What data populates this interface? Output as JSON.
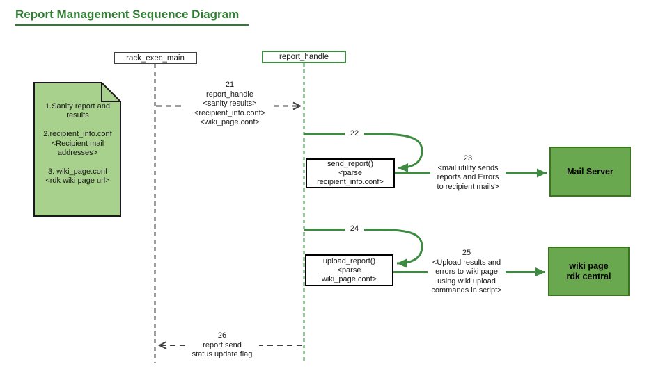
{
  "title": "Report Management Sequence Diagram",
  "lifelines": {
    "rack": "rack_exec_main",
    "report": "report_handle"
  },
  "note": "1.Sanity report and\nresults\n\n2.recipient_info.conf\n<Recipient mail\naddresses>\n\n3. wiki_page.conf\n<rdk wiki page url>",
  "messages": {
    "m21": "21\nreport_handle\n<sanity results>\n<recipient_info.conf>\n<wiki_page.conf>",
    "m22_num": "22",
    "m22_box": "send_report()\n<parse\nrecipient_info.conf>",
    "m23": "23\n<mail utility sends\nreports and Errors\nto recipient mails>",
    "m24_num": "24",
    "m24_box": "upload_report()\n<parse\nwiki_page.conf>",
    "m25": "25\n<Upload results and\nerrors to wiki page\nusing wiki upload\ncommands in script>",
    "m26": "26\nreport send\nstatus update flag"
  },
  "actors": {
    "mail_server": "Mail Server",
    "wiki_page": "wiki page\nrdk central"
  },
  "colors": {
    "title_green": "#2e7d32",
    "arrow_green": "#3d8b40",
    "actor_fill_green": "#6aa84f",
    "actor_border_green": "#38761d",
    "note_fill_green": "#a9d18e",
    "line_gray": "#3f3f3f"
  }
}
